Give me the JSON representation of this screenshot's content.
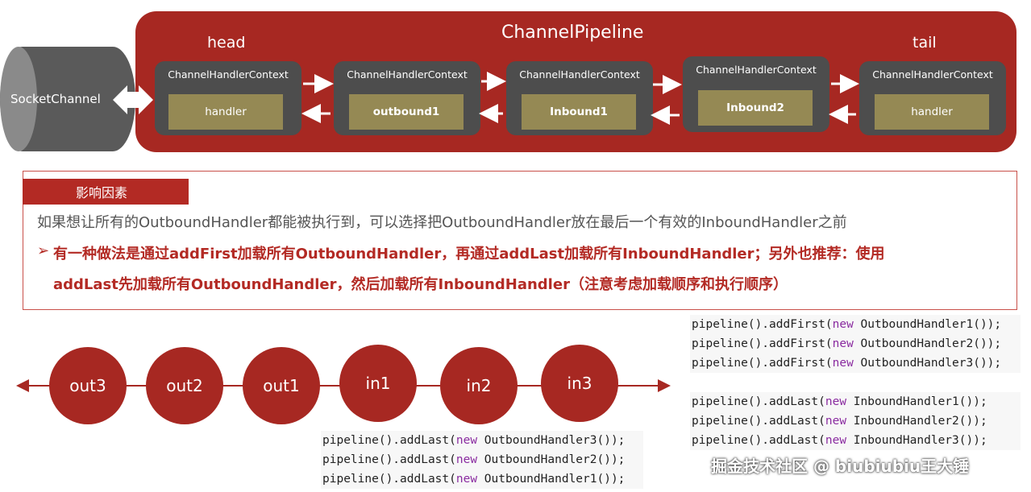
{
  "socket": {
    "label": "SocketChannel"
  },
  "pipeline": {
    "title": "ChannelPipeline",
    "head_label": "head",
    "tail_label": "tail",
    "contexts": [
      {
        "title": "ChannelHandlerContext",
        "handler": "handler"
      },
      {
        "title": "ChannelHandlerContext",
        "handler": "outbound1"
      },
      {
        "title": "ChannelHandlerContext",
        "handler": "Inbound1"
      },
      {
        "title": "ChannelHandlerContext",
        "handler": "Inbound2"
      },
      {
        "title": "ChannelHandlerContext",
        "handler": "handler"
      }
    ]
  },
  "influence": {
    "tab": "影响因素",
    "line1": "如果想让所有的OutboundHandler都能被执行到，可以选择把OutboundHandler放在最后一个有效的InboundHandler之前",
    "bullet": "➢",
    "line2": "有一种做法是通过addFirst加载所有OutboundHandler，再通过addLast加载所有InboundHandler；另外也推荐：使用",
    "line3": "addLast先加载所有OutboundHandler，然后加载所有InboundHandler（注意考虑加载顺序和执行顺序）"
  },
  "circles": [
    "out3",
    "out2",
    "out1",
    "in1",
    "in2",
    "in3"
  ],
  "code_right": [
    {
      "pre": "pipeline().addFirst(",
      "kw": "new",
      "post": " OutboundHandler1());"
    },
    {
      "pre": "pipeline().addFirst(",
      "kw": "new",
      "post": " OutboundHandler2());"
    },
    {
      "pre": "pipeline().addFirst(",
      "kw": "new",
      "post": " OutboundHandler3());"
    },
    {
      "pre": "",
      "kw": "",
      "post": ""
    },
    {
      "pre": "pipeline().addLast(",
      "kw": "new",
      "post": " InboundHandler1());"
    },
    {
      "pre": "pipeline().addLast(",
      "kw": "new",
      "post": " InboundHandler2());"
    },
    {
      "pre": "pipeline().addLast(",
      "kw": "new",
      "post": " InboundHandler3());"
    }
  ],
  "code_bottom": [
    {
      "pre": "pipeline().addLast(",
      "kw": "new",
      "post": " OutboundHandler3());"
    },
    {
      "pre": "pipeline().addLast(",
      "kw": "new",
      "post": " OutboundHandler2());"
    },
    {
      "pre": "pipeline().addLast(",
      "kw": "new",
      "post": " OutboundHandler1());"
    }
  ],
  "watermark": "掘金技术社区 @ biubiubiu王大锤",
  "colors": {
    "brand_red": "#a72822",
    "context_gray": "#4d4d4d",
    "handler_olive": "#958954"
  }
}
